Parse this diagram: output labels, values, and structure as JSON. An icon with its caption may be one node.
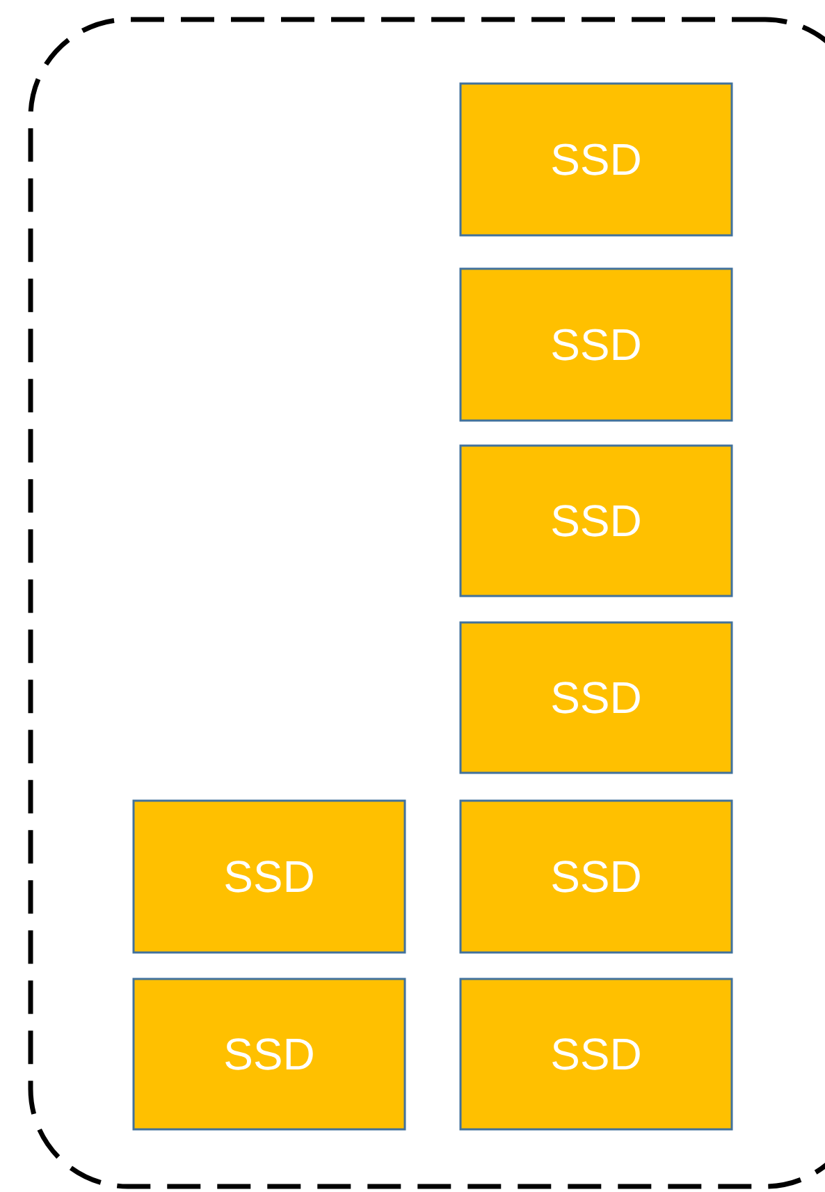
{
  "diagram": {
    "nodes": [
      {
        "text": [],
        "shape": "box"
      },
      {
        "text": [
          "SSD"
        ],
        "in": 0
      },
      {
        "text": [
          "SSD"
        ],
        "in": 0
      },
      {
        "text": [
          "SSD"
        ],
        "in": 0
      },
      {
        "text": [
          "SSD"
        ],
        "in": 0
      },
      {
        "text": [
          "SSD"
        ],
        "in": 0
      },
      {
        "text": [
          "SSD"
        ],
        "in": 0
      },
      {
        "text": [
          "SSD"
        ],
        "in": 0
      },
      {
        "text": [
          "SSD"
        ],
        "in": 0
      }
    ]
  }
}
